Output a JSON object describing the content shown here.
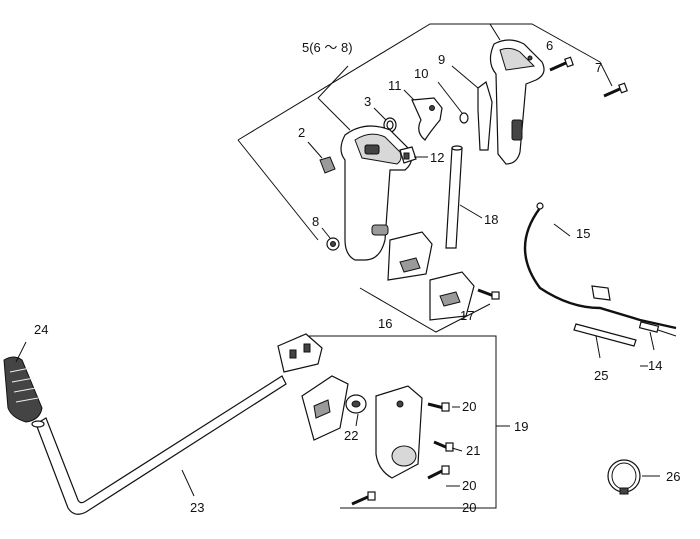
{
  "labels": {
    "p2": "2",
    "p3": "3",
    "p5": "5(6 〜 8)",
    "p6": "6",
    "p7": "7",
    "p8": "8",
    "p9": "9",
    "p10": "10",
    "p11": "11",
    "p12": "12",
    "p14": "14",
    "p15": "15",
    "p16": "16",
    "p17": "17",
    "p18": "18",
    "p19": "19",
    "p20a": "20",
    "p20b": "20",
    "p20c": "20",
    "p21": "21",
    "p22": "22",
    "p23": "23",
    "p24": "24",
    "p25": "25",
    "p26": "26"
  }
}
